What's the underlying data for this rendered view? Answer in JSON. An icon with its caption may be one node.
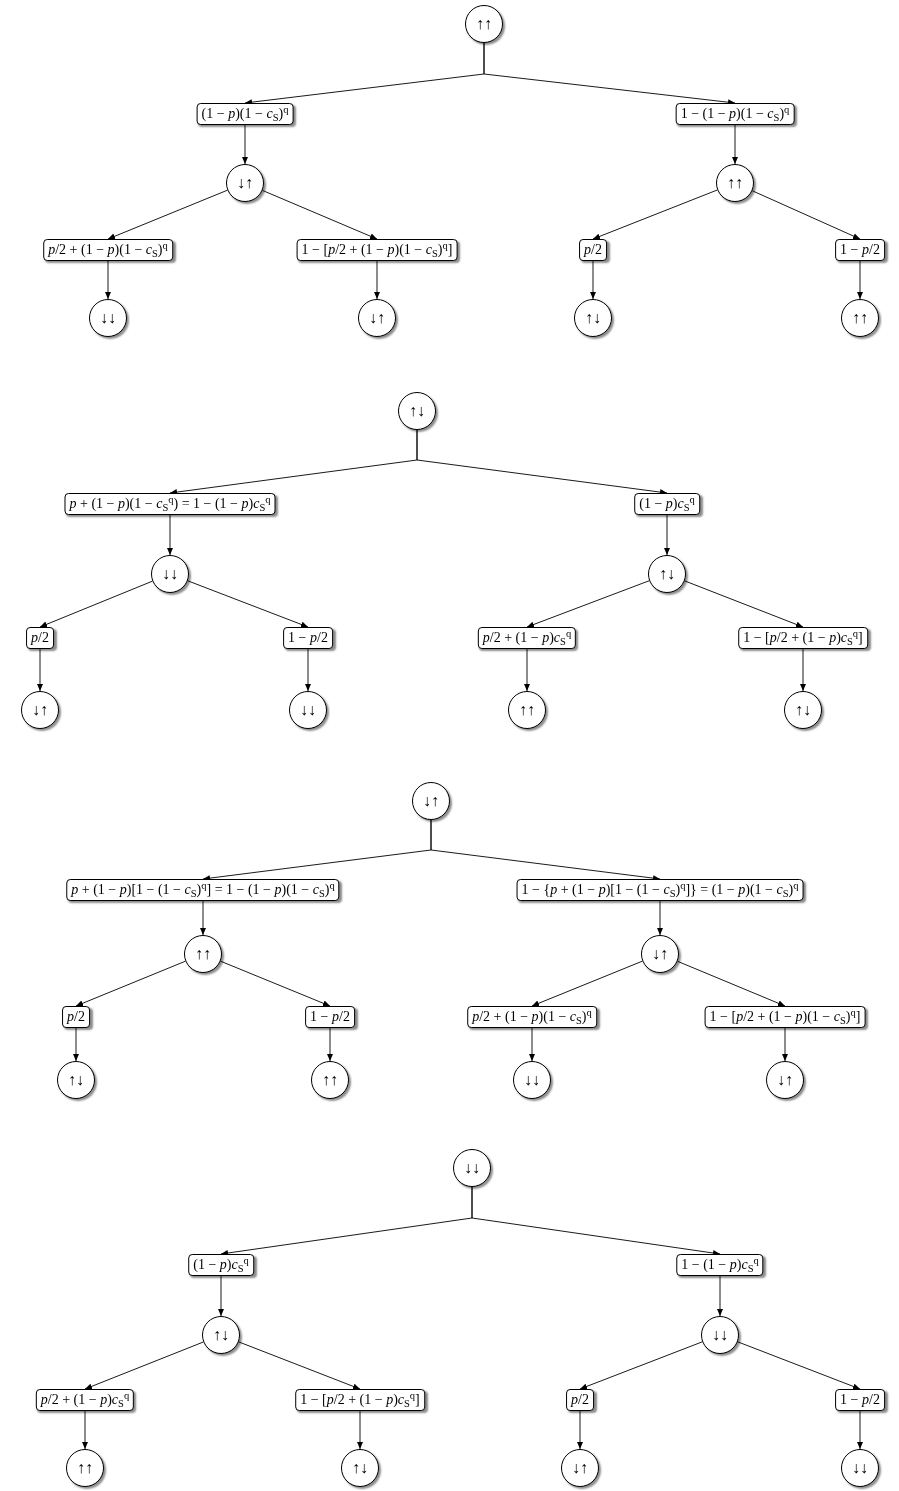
{
  "diagram": {
    "nodes": [
      {
        "text": [
          "↑↑"
        ]
      },
      {
        "text": [
          "(1 − *p*)(1 − *c*$_{S}$)$^{q}$"
        ]
      },
      {
        "text": [
          "1 − (1 − *p*)(1 − *c*$_{S}$)$^{q}$"
        ]
      },
      {
        "text": [
          "↓↑"
        ]
      },
      {
        "text": [
          "↑↑"
        ]
      },
      {
        "text": [
          "*p*/2 + (1 − *p*)(1 − *c*$_{S}$)$^{q}$"
        ]
      },
      {
        "text": [
          "1 − [*p*/2 + (1 − *p*)(1 − *c*$_{S}$)$^{q}$]"
        ]
      },
      {
        "text": [
          "*p*/2"
        ]
      },
      {
        "text": [
          "1 − *p*/2"
        ]
      },
      {
        "text": [
          "↓↓"
        ]
      },
      {
        "text": [
          "↓↑"
        ]
      },
      {
        "text": [
          "↑↓"
        ]
      },
      {
        "text": [
          "↑↑"
        ]
      },
      {
        "text": [
          "↑↓"
        ]
      },
      {
        "text": [
          "*p* + (1 − *p*)(1 − *c*$_{S}$$^{q}$) = 1 − (1 − *p*)*c*$_{S}$$^{q}$"
        ]
      },
      {
        "text": [
          "(1 − *p*)*c*$_{S}$$^{q}$"
        ]
      },
      {
        "text": [
          "↓↓"
        ]
      },
      {
        "text": [
          "↑↓"
        ]
      },
      {
        "text": [
          "*p*/2"
        ]
      },
      {
        "text": [
          "1 − *p*/2"
        ]
      },
      {
        "text": [
          "*p*/2 + (1 − *p*)*c*$_{S}$$^{q}$"
        ]
      },
      {
        "text": [
          "1 − [*p*/2 + (1 − *p*)*c*$_{S}$$^{q}$]"
        ]
      },
      {
        "text": [
          "↓↑"
        ]
      },
      {
        "text": [
          "↓↓"
        ]
      },
      {
        "text": [
          "↑↑"
        ]
      },
      {
        "text": [
          "↑↓"
        ]
      },
      {
        "text": [
          "↓↑"
        ]
      },
      {
        "text": [
          "*p* + (1 − *p*)[1 − (1 − *c*$_{S}$)$^{q}$] = 1 − (1 − *p*)(1 − *c*$_{S}$)$^{q}$"
        ]
      },
      {
        "text": [
          "1 − {*p* + (1 − *p*)[1 − (1 − *c*$_{S}$)$^{q}$]} = (1 − *p*)(1 − *c*$_{S}$)$^{q}$"
        ]
      },
      {
        "text": [
          "↑↑"
        ]
      },
      {
        "text": [
          "↓↑"
        ]
      },
      {
        "text": [
          "*p*/2"
        ]
      },
      {
        "text": [
          "1 − *p*/2"
        ]
      },
      {
        "text": [
          "*p*/2 + (1 − *p*)(1 − *c*$_{S}$)$^{q}$"
        ]
      },
      {
        "text": [
          "1 − [*p*/2 + (1 − *p*)(1 − *c*$_{S}$)$^{q}$]"
        ]
      },
      {
        "text": [
          "↑↓"
        ]
      },
      {
        "text": [
          "↑↑"
        ]
      },
      {
        "text": [
          "↓↓"
        ]
      },
      {
        "text": [
          "↓↑"
        ]
      },
      {
        "text": [
          "↓↓"
        ]
      },
      {
        "text": [
          "(1 − *p*)*c*$_{S}$$^{q}$"
        ]
      },
      {
        "text": [
          "1 − (1 − *p*)*c*$_{S}$$^{q}$"
        ]
      },
      {
        "text": [
          "↑↓"
        ]
      },
      {
        "text": [
          "↓↓"
        ]
      },
      {
        "text": [
          "*p*/2 + (1 − *p*)*c*$_{S}$$^{q}$"
        ]
      },
      {
        "text": [
          "1 − [*p*/2 + (1 − *p*)*c*$_{S}$$^{q}$]"
        ]
      },
      {
        "text": [
          "*p*/2"
        ]
      },
      {
        "text": [
          "1 − *p*/2"
        ]
      },
      {
        "text": [
          "↑↑"
        ]
      },
      {
        "text": [
          "↑↓"
        ]
      },
      {
        "text": [
          "↓↑"
        ]
      },
      {
        "text": [
          "↓↓"
        ]
      }
    ],
    "edges": [
      {
        "from": 0,
        "to": 1,
        "arrow": "to"
      },
      {
        "from": 0,
        "to": 2,
        "arrow": "to"
      },
      {
        "from": 1,
        "to": 3,
        "arrow": "to"
      },
      {
        "from": 2,
        "to": 4,
        "arrow": "to"
      },
      {
        "from": 3,
        "to": 5,
        "arrow": "to"
      },
      {
        "from": 3,
        "to": 6,
        "arrow": "to"
      },
      {
        "from": 4,
        "to": 7,
        "arrow": "to"
      },
      {
        "from": 4,
        "to": 8,
        "arrow": "to"
      },
      {
        "from": 5,
        "to": 9,
        "arrow": "to"
      },
      {
        "from": 6,
        "to": 10,
        "arrow": "to"
      },
      {
        "from": 7,
        "to": 11,
        "arrow": "to"
      },
      {
        "from": 8,
        "to": 12,
        "arrow": "to"
      },
      {
        "from": 13,
        "to": 14,
        "arrow": "to"
      },
      {
        "from": 13,
        "to": 15,
        "arrow": "to"
      },
      {
        "from": 14,
        "to": 16,
        "arrow": "to"
      },
      {
        "from": 15,
        "to": 17,
        "arrow": "to"
      },
      {
        "from": 16,
        "to": 18,
        "arrow": "to"
      },
      {
        "from": 16,
        "to": 19,
        "arrow": "to"
      },
      {
        "from": 17,
        "to": 20,
        "arrow": "to"
      },
      {
        "from": 17,
        "to": 21,
        "arrow": "to"
      },
      {
        "from": 18,
        "to": 22,
        "arrow": "to"
      },
      {
        "from": 19,
        "to": 23,
        "arrow": "to"
      },
      {
        "from": 20,
        "to": 24,
        "arrow": "to"
      },
      {
        "from": 21,
        "to": 25,
        "arrow": "to"
      },
      {
        "from": 26,
        "to": 27,
        "arrow": "to"
      },
      {
        "from": 26,
        "to": 28,
        "arrow": "to"
      },
      {
        "from": 27,
        "to": 29,
        "arrow": "to"
      },
      {
        "from": 28,
        "to": 30,
        "arrow": "to"
      },
      {
        "from": 29,
        "to": 31,
        "arrow": "to"
      },
      {
        "from": 29,
        "to": 32,
        "arrow": "to"
      },
      {
        "from": 30,
        "to": 33,
        "arrow": "to"
      },
      {
        "from": 30,
        "to": 34,
        "arrow": "to"
      },
      {
        "from": 31,
        "to": 35,
        "arrow": "to"
      },
      {
        "from": 32,
        "to": 36,
        "arrow": "to"
      },
      {
        "from": 33,
        "to": 37,
        "arrow": "to"
      },
      {
        "from": 34,
        "to": 38,
        "arrow": "to"
      },
      {
        "from": 39,
        "to": 40,
        "arrow": "to"
      },
      {
        "from": 39,
        "to": 41,
        "arrow": "to"
      },
      {
        "from": 40,
        "to": 42,
        "arrow": "to"
      },
      {
        "from": 41,
        "to": 43,
        "arrow": "to"
      },
      {
        "from": 42,
        "to": 44,
        "arrow": "to"
      },
      {
        "from": 42,
        "to": 45,
        "arrow": "to"
      },
      {
        "from": 43,
        "to": 46,
        "arrow": "to"
      },
      {
        "from": 43,
        "to": 47,
        "arrow": "to"
      },
      {
        "from": 44,
        "to": 48,
        "arrow": "to"
      },
      {
        "from": 45,
        "to": 49,
        "arrow": "to"
      },
      {
        "from": 46,
        "to": 50,
        "arrow": "to"
      },
      {
        "from": 47,
        "to": 51,
        "arrow": "to"
      }
    ]
  }
}
